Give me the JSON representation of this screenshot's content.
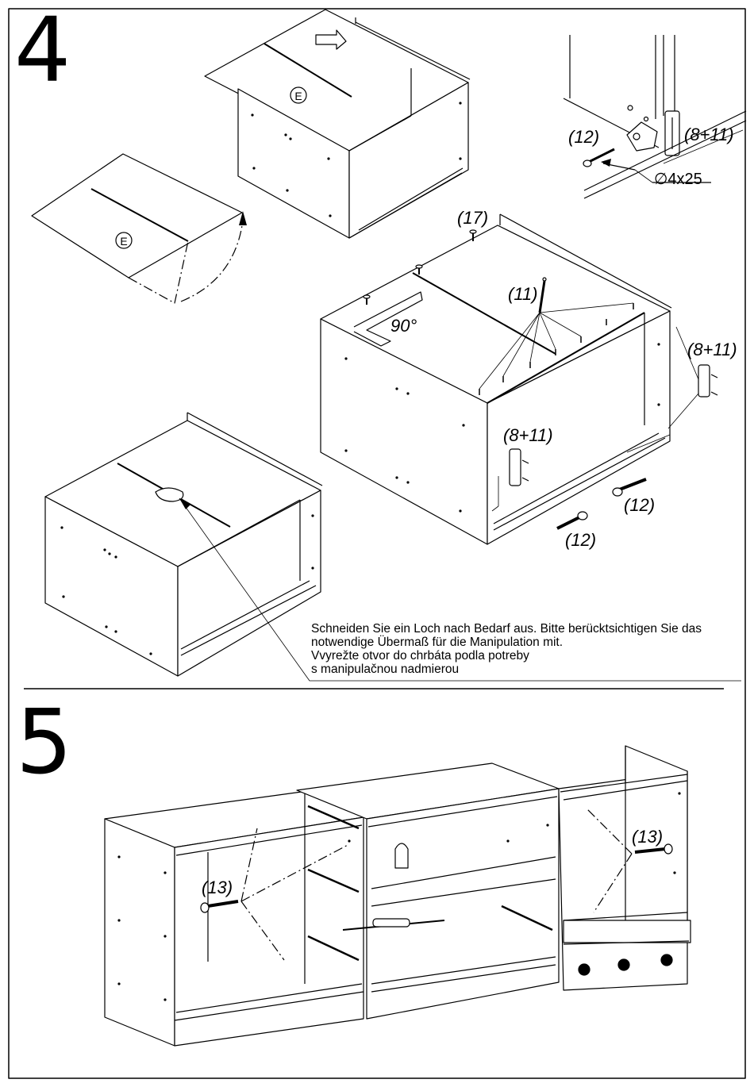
{
  "steps": {
    "step4_number": "4",
    "step5_number": "5"
  },
  "step4": {
    "panel_label_top": "E",
    "panel_label_left": "E",
    "angle_label": "90°",
    "callouts": {
      "detail_screw": "(12)",
      "detail_connector": "(8+11)",
      "detail_dimension": "∅4x25",
      "top_screw": "(17)",
      "nails": "(11)",
      "right_connector": "(8+11)",
      "front_connector": "(8+11)",
      "front_screw_right": "(12)",
      "front_screw_bottom": "(12)"
    },
    "note_lines": [
      "Schneiden Sie ein Loch nach Bedarf aus. Bitte berücktsichtigen Sie das",
      "notwendige Übermaß für die Manipulation mit.",
      "Vvyrežte otvor do chrbáta podla potreby",
      "s  manipulačnou nadmierou"
    ]
  },
  "step5": {
    "callouts": {
      "left_screw": "(13)",
      "right_screw": "(13)"
    }
  },
  "colors": {
    "line": "#000000",
    "background": "#ffffff"
  }
}
